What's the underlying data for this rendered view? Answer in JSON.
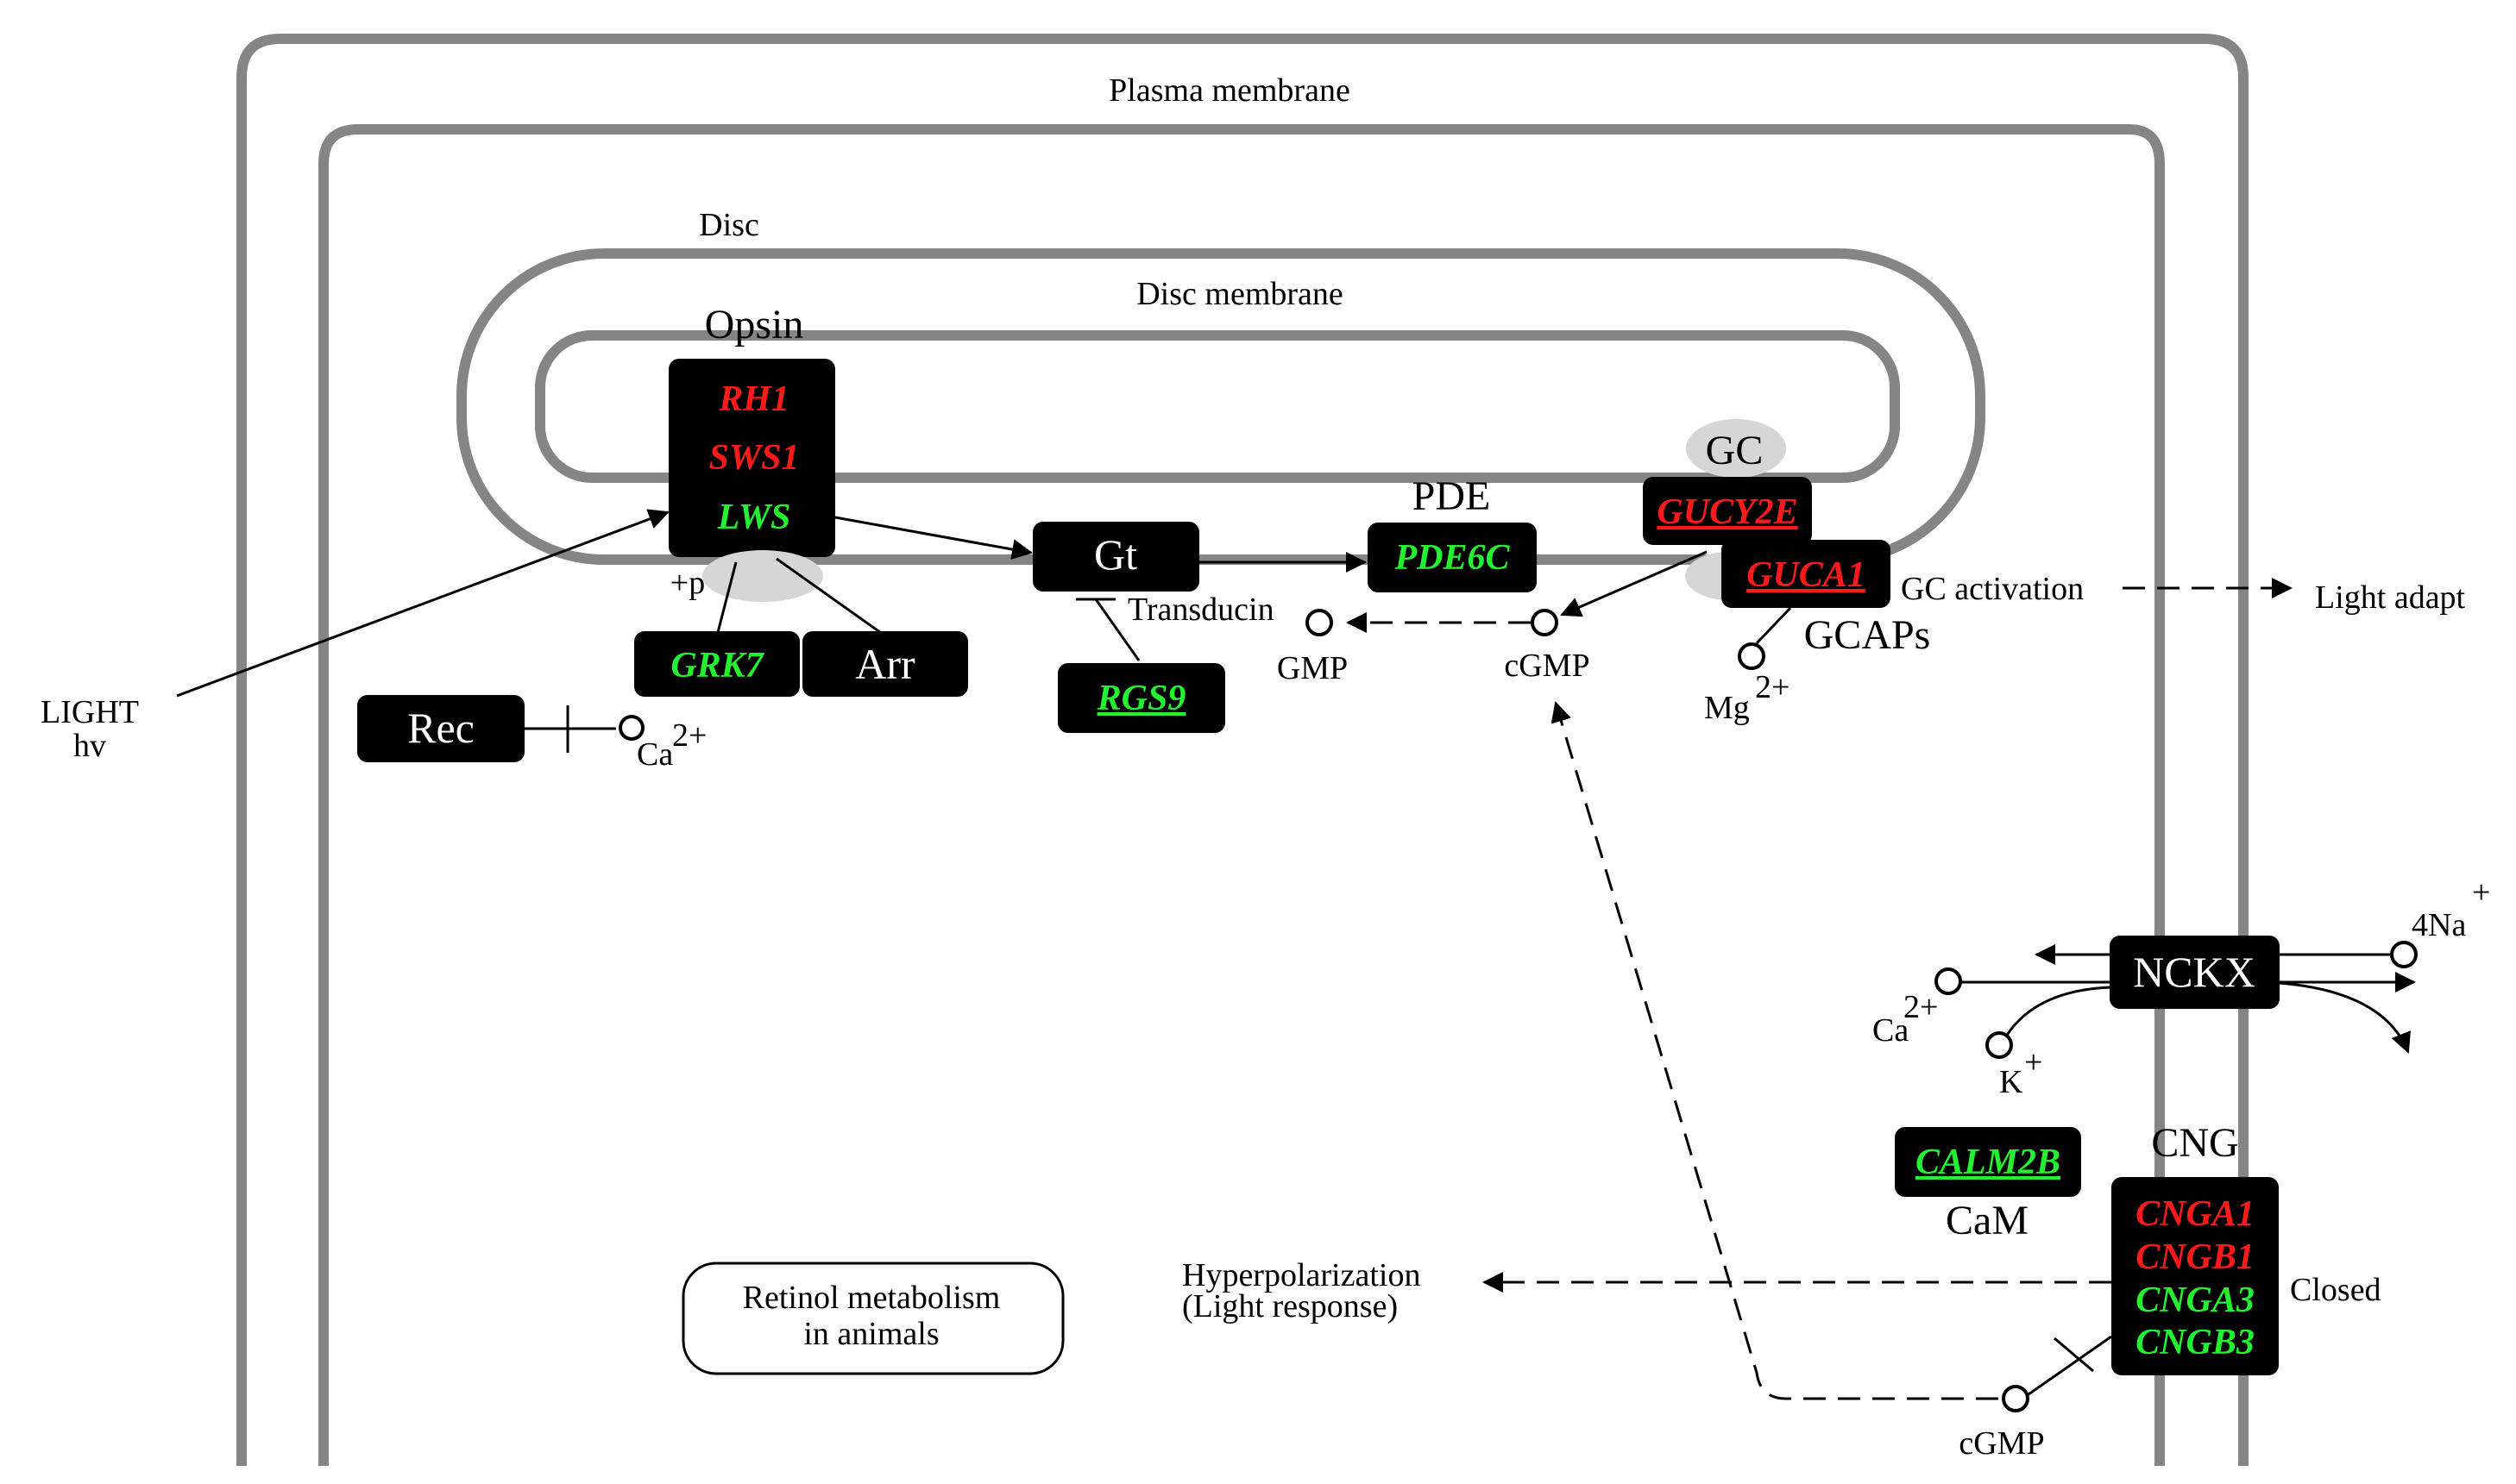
{
  "diagram": {
    "compartments": {
      "plasma_membrane": "Plasma membrane",
      "disc": "Disc",
      "disc_membrane": "Disc membrane"
    },
    "groups": {
      "opsin": "Opsin",
      "pde": "PDE",
      "gc": "GC",
      "gcaps": "GCAPs",
      "cam": "CaM",
      "cng": "CNG"
    },
    "boxes": {
      "gt": "Gt",
      "arr": "Arr",
      "rec": "Rec",
      "nckx": "NCKX"
    },
    "genes": {
      "rh1": "RH1",
      "sws1": "SWS1",
      "lws": "LWS",
      "grk7": "GRK7",
      "rgs9": "RGS9",
      "pde6c": "PDE6C",
      "gucy2e": "GUCY2E",
      "guca1": "GUCA1",
      "calm2b": "CALM2B",
      "cnga1": "CNGA1",
      "cngb1": "CNGB1",
      "cnga3": "CNGA3",
      "cngb3": "CNGB3"
    },
    "labels": {
      "light": "LIGHT",
      "hv": "hv",
      "plus_p": "+p",
      "transducin": "Transducin",
      "gmp": "GMP",
      "cgmp_top": "cGMP",
      "cgmp_bottom": "cGMP",
      "mg": "Mg",
      "mg_sup": "2+",
      "ca_left": "Ca",
      "ca_left_sup": "2+",
      "ca_right": "Ca",
      "ca_right_sup": "2+",
      "k": "K",
      "k_sup": "+",
      "na": "4Na",
      "na_sup": "+",
      "gc_activation": "GC activation",
      "light_adapt": "Light adapt",
      "hyperpolarization": "Hyperpolarization",
      "light_response": "(Light response)",
      "closed": "Closed"
    },
    "links": {
      "retinol_line1": "Retinol metabolism",
      "retinol_line2": "in animals"
    },
    "colors": {
      "membrane": "#858585",
      "up_regulated": "#ff1a1a",
      "down_regulated": "#22f22f",
      "node_fill": "#000000"
    }
  }
}
